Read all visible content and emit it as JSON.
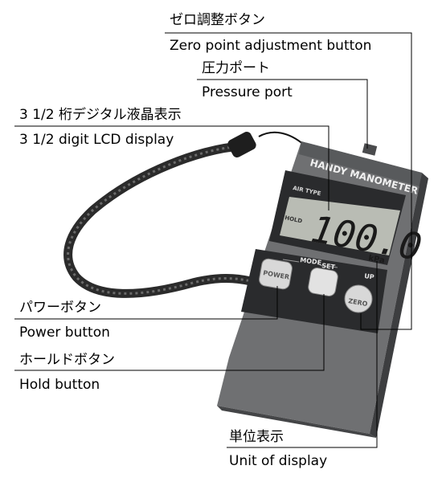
{
  "callouts": {
    "zero_button": {
      "ja": "ゼロ調整ボタン",
      "en": "Zero point adjustment button"
    },
    "pressure_port": {
      "ja": "圧力ポート",
      "en": "Pressure port"
    },
    "lcd_display": {
      "ja": "3 1/2 桁デジタル液晶表示",
      "en": "3 1/2 digit LCD display"
    },
    "power_button": {
      "ja": "パワーボタン",
      "en": "Power button"
    },
    "hold_button": {
      "ja": "ホールドボタン",
      "en": "Hold button"
    },
    "unit_display": {
      "ja": "単位表示",
      "en": "Unit of display"
    }
  },
  "device": {
    "brand": "HANDY MANOMETER",
    "air_type": "AIR TYPE",
    "hold_indicator": "HOLD",
    "reading": "100.0",
    "unit": "kPa",
    "mode_label": "MODE",
    "set_label": "SET",
    "up_label": "UP",
    "power_key": "POWER",
    "zero_key": "ZERO"
  },
  "colors": {
    "body": "#6f7072",
    "body_dark": "#4d4e50",
    "bezel": "#2a2b2d",
    "lcd": "#b9bcb4",
    "key": "#dcdcdc"
  }
}
